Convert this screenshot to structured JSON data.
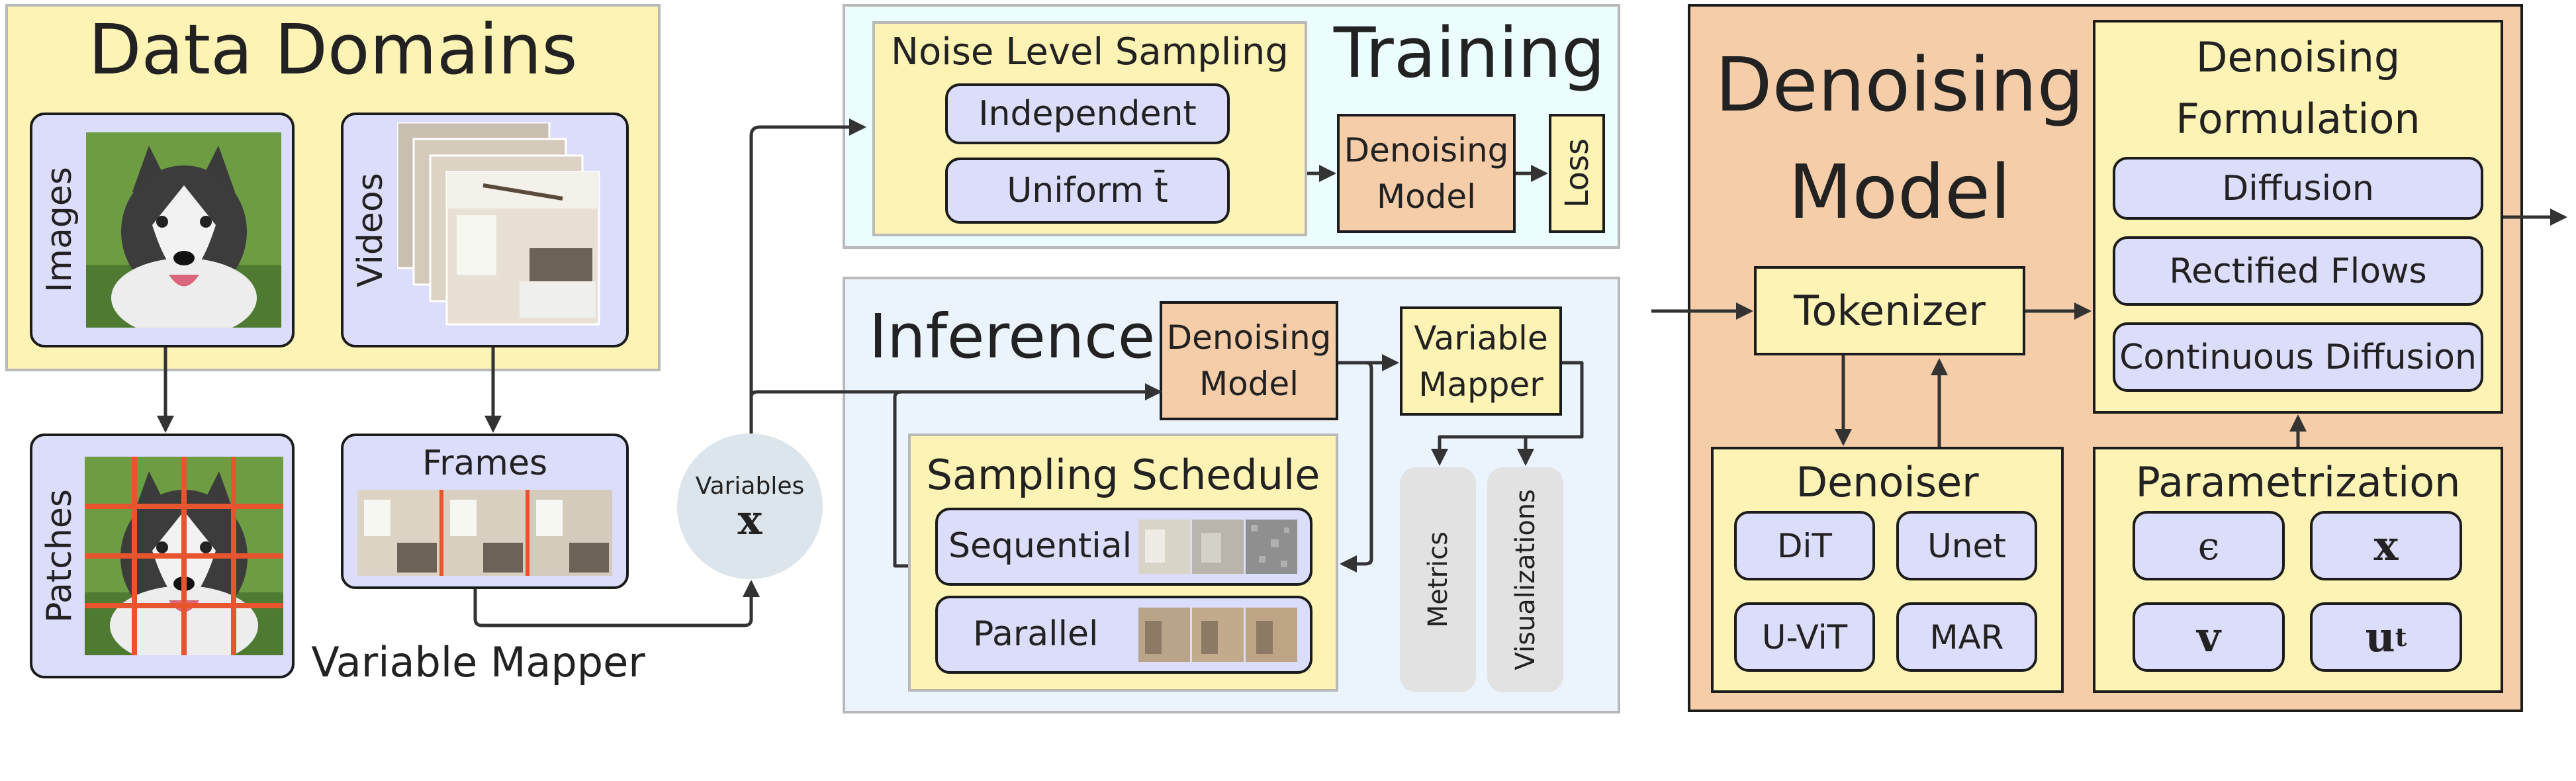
{
  "data_domains": {
    "title": "Data Domains",
    "images_label": "Images",
    "videos_label": "Videos",
    "patches_label": "Patches",
    "frames_label": "Frames",
    "variable_mapper_label": "Variable Mapper"
  },
  "variables": {
    "label": "Variables",
    "symbol": "x"
  },
  "training": {
    "title": "Training",
    "noise_title": "Noise Level Sampling",
    "independent": "Independent",
    "uniform": "Uniform t̄",
    "denoising_model": "Denoising Model",
    "loss": "Loss"
  },
  "inference": {
    "title": "Inference",
    "denoising_model": "Denoising Model",
    "variable_mapper": "Variable Mapper",
    "sampling_schedule": "Sampling Schedule",
    "sequential": "Sequential",
    "parallel": "Parallel",
    "metrics": "Metrics",
    "visualizations": "Visualizations"
  },
  "denoising_model": {
    "title": "Denoising Model",
    "tokenizer": "Tokenizer",
    "formulation_title": "Denoising Formulation",
    "formulations": [
      "Diffusion",
      "Rectified Flows",
      "Continuous Diffusion"
    ],
    "denoiser_title": "Denoiser",
    "denoisers": [
      "DiT",
      "Unet",
      "U-ViT",
      "MAR"
    ],
    "parametrization_title": "Parametrization",
    "params": [
      "ϵ",
      "x",
      "v",
      "u"
    ],
    "param_subscript": "t"
  },
  "colors": {
    "yellow": "#fdf3b5",
    "purple": "#dcdcfb",
    "peach": "#f5cda8",
    "cyan": "#ecfdfd",
    "light_blue": "#ebf4fd",
    "grey": "#e2e2e2",
    "grid_red": "#e8542d"
  },
  "icons": [
    "husky-photo",
    "bedroom-photo",
    "noise-thumbnail"
  ]
}
